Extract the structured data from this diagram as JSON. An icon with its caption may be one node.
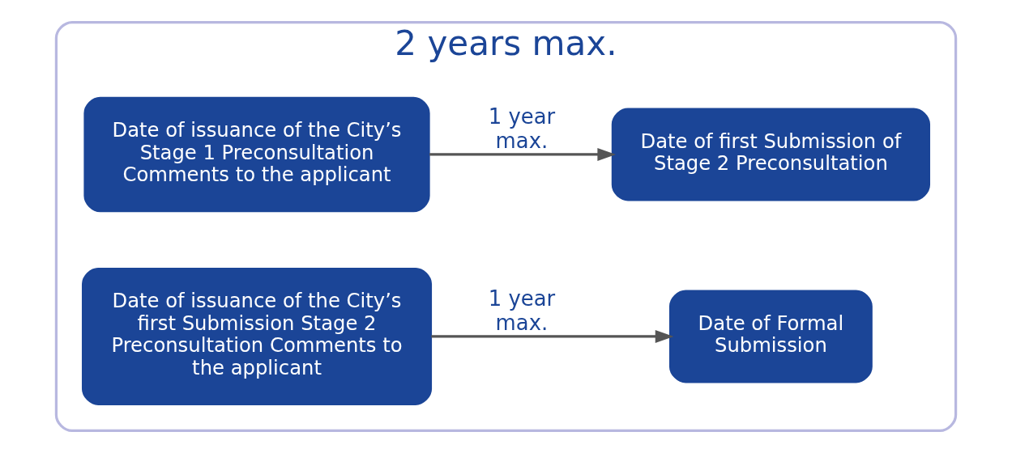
{
  "diagram": {
    "nodes": [
      {
        "text": [
          "2 years max."
        ]
      },
      {
        "text": [
          "Date of issuance of the City’s Stage 1 Preconsultation Comments to the applicant"
        ],
        "in": 0
      },
      {
        "text": [
          "Date of first Submission of Stage 2 Preconsultation"
        ],
        "in": 0
      },
      {
        "text": [
          "Date of issuance of the City’s first Submission Stage 2 Preconsultation Comments to the applicant"
        ],
        "in": 0
      },
      {
        "text": [
          "Date of Formal Submission"
        ],
        "in": 0
      }
    ],
    "edges": [
      {
        "from": 1,
        "to": 2,
        "arrow": "to",
        "label": "1 year max."
      },
      {
        "from": 3,
        "to": 4,
        "arrow": "to",
        "label": "1 year max."
      }
    ]
  }
}
